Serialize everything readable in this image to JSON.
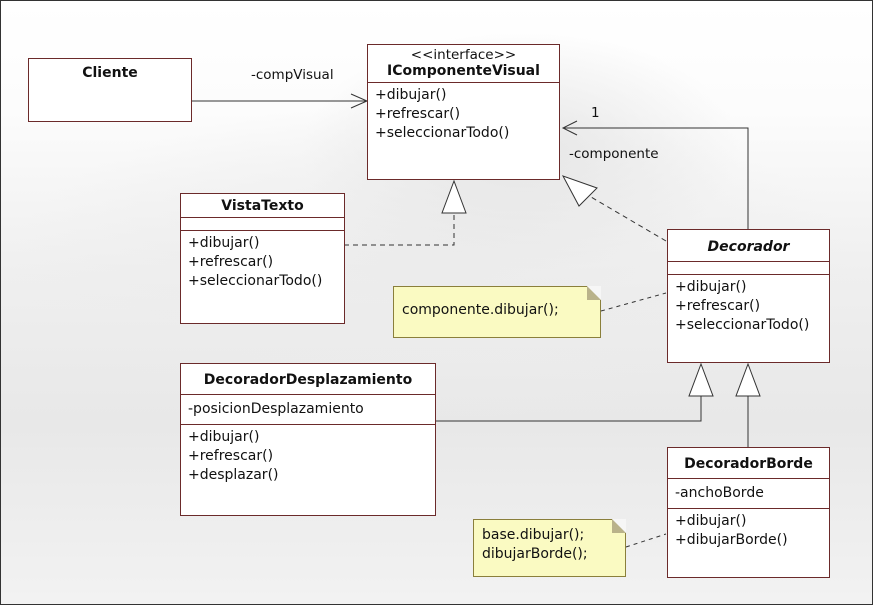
{
  "classes": {
    "cliente": {
      "name": "Cliente"
    },
    "icomponente": {
      "stereotype": "<<interface>>",
      "name": "IComponenteVisual",
      "ops": [
        "+dibujar()",
        "+refrescar()",
        "+seleccionarTodo()"
      ]
    },
    "vistatexto": {
      "name": "VistaTexto",
      "ops": [
        "+dibujar()",
        "+refrescar()",
        "+seleccionarTodo()"
      ]
    },
    "decorador": {
      "name": "Decorador",
      "ops": [
        "+dibujar()",
        "+refrescar()",
        "+seleccionarTodo()"
      ]
    },
    "desplazamiento": {
      "name": "DecoradorDesplazamiento",
      "attrs": [
        "-posicionDesplazamiento"
      ],
      "ops": [
        "+dibujar()",
        "+refrescar()",
        "+desplazar()"
      ]
    },
    "borde": {
      "name": "DecoradorBorde",
      "attrs": [
        "-anchoBorde"
      ],
      "ops": [
        "+dibujar()",
        "+dibujarBorde()"
      ]
    }
  },
  "notes": {
    "decorador_note": [
      "componente.dibujar();"
    ],
    "borde_note": [
      "base.dibujar();",
      "dibujarBorde();"
    ]
  },
  "labels": {
    "comp_visual": "-compVisual",
    "multiplicity": "1",
    "componente": "-componente"
  },
  "colors": {
    "class_border": "#6b2a2a",
    "note_fill": "#fafac2",
    "line": "#333333"
  }
}
